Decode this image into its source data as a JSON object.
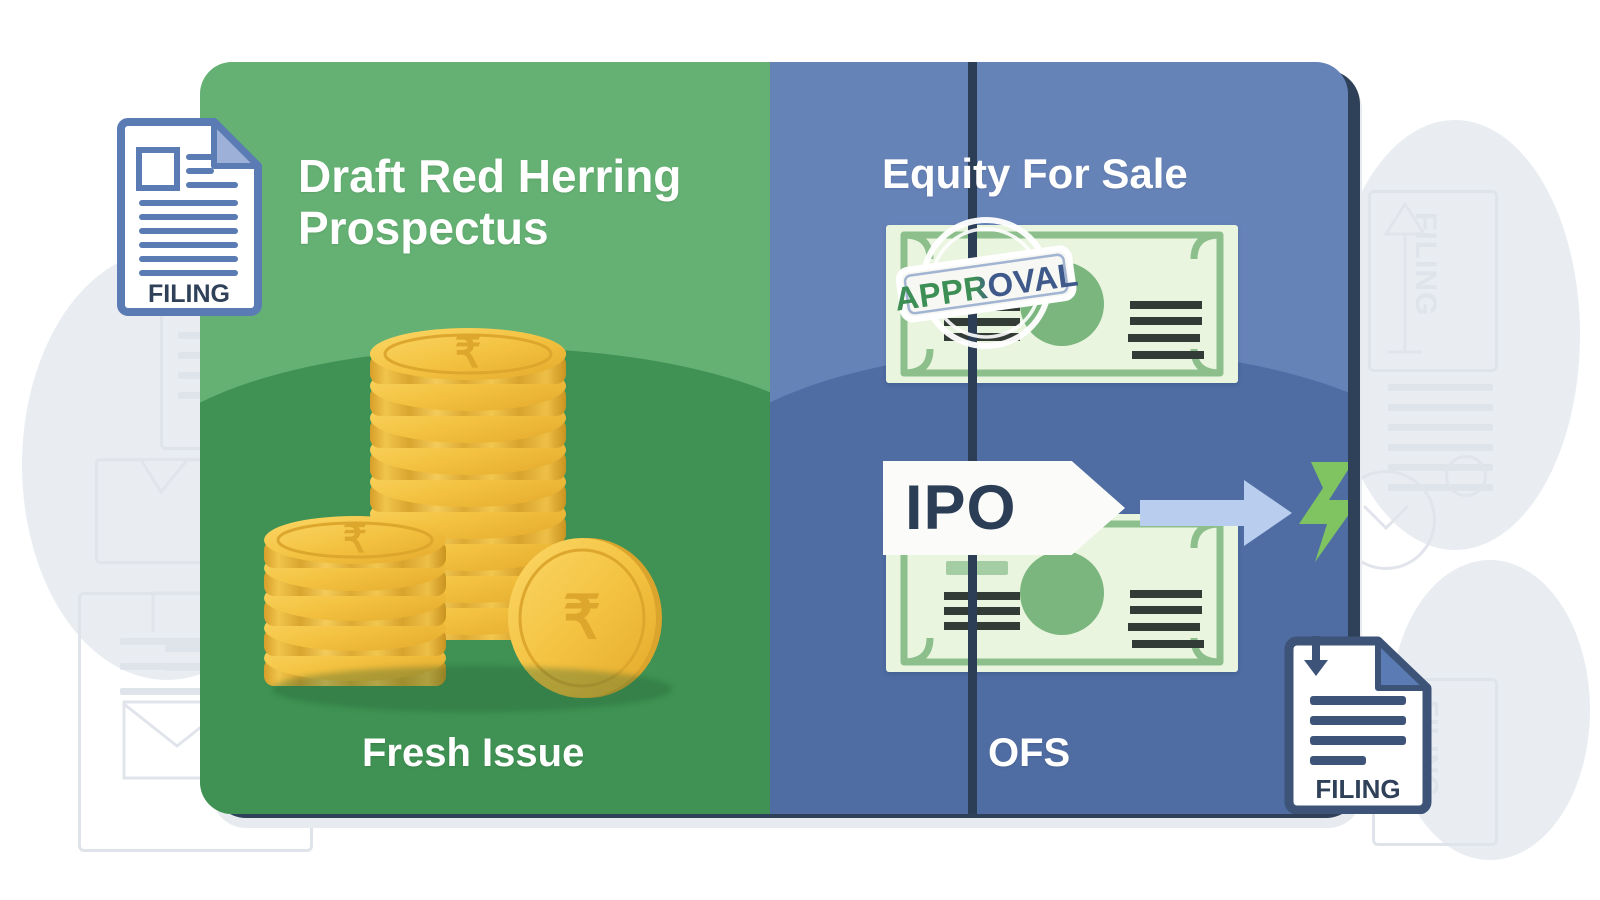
{
  "meta": {
    "title": "IPO — Fresh Issue vs Offer For Sale infographic",
    "type": "two-panel comparison card"
  },
  "colors": {
    "green_panel": "#65b173",
    "green_hill": "#3f9253",
    "blue_panel": "#6683b8",
    "blue_hill": "#4f6da3",
    "divider_navy": "#2c3e56",
    "card_edge_navy": "#2f4158",
    "coin_gold": "#f5c945",
    "coin_gold_dark": "#d9a32b",
    "banknote_bg": "#eaf5e0",
    "banknote_border": "#8cbf8b",
    "banknote_circle": "#7ab67e",
    "stamp_green": "#3d8f55",
    "stamp_blue": "#3f5a8a",
    "filing_blue": "#5b7bb5",
    "filing_text_navy": "#2f4158",
    "flow_arrow_blue": "#b9cdee",
    "flow_chevron_green": "#7fc460",
    "watermark_gray": "#dfe4ea",
    "white": "#ffffff"
  },
  "left_panel": {
    "heading": "Draft Red Herring Prospectus",
    "footer_label": "Fresh Issue",
    "illustration": "stack-of-rupee-coins",
    "coin_symbol": "₹",
    "coin_stacks": [
      {
        "name": "tall-center-stack",
        "coins": 9
      },
      {
        "name": "short-left-stack",
        "coins": 5
      },
      {
        "name": "leaning-coin",
        "coins": 1
      }
    ]
  },
  "right_panel": {
    "heading": "Equity For Sale",
    "footer_label": "OFS",
    "banknotes": [
      {
        "name": "banknote-top",
        "left_lines": 3,
        "right_lines": 4,
        "has_center_circle": true
      },
      {
        "name": "banknote-bottom",
        "left_lines": 3,
        "right_lines": 4,
        "has_center_circle": true
      }
    ]
  },
  "center": {
    "ipo_banner_text": "IPO",
    "approval_stamp_text": "APPROVAL",
    "flow_arrow": "right-arrow",
    "flow_chevron": "double-chevron-right"
  },
  "filing_icons": [
    {
      "name": "filing-doc-top-left",
      "label": "FILING",
      "lines": 7,
      "has_thumbnail_box": true,
      "has_folded_corner": true
    },
    {
      "name": "filing-doc-bottom-right",
      "label": "FILING",
      "lines": 4,
      "has_download_arrow": true,
      "has_folded_corner": true
    }
  ],
  "watermarks": {
    "filing_label": "FILING",
    "items": [
      "document-outline",
      "folder-outline",
      "envelope-outline",
      "circle-outline",
      "upload-arrow-outline",
      "gear-outline"
    ]
  }
}
